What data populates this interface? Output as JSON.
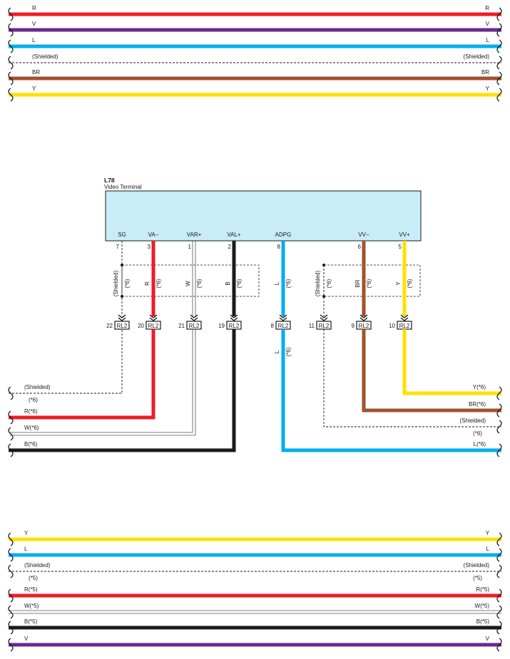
{
  "colors": {
    "R": "#ee1c25",
    "V": "#6a2a8c",
    "L": "#00aeef",
    "BR": "#a0522d",
    "Y": "#ffe000",
    "B": "#1a1a1a",
    "W": "#ffffff",
    "connector_fill": "#c8ecf8",
    "shield": "#1a1a1a"
  },
  "top_harness": [
    {
      "label_left": "R",
      "label_right": "R",
      "color": "R"
    },
    {
      "label_left": "V",
      "label_right": "V",
      "color": "V"
    },
    {
      "label_left": "L",
      "label_right": "L",
      "color": "L"
    },
    {
      "label_left": "(Shielded)",
      "label_right": "(Shielded)",
      "color": "shielded"
    },
    {
      "label_left": "BR",
      "label_right": "BR",
      "color": "BR"
    },
    {
      "label_left": "Y",
      "label_right": "Y",
      "color": "Y"
    }
  ],
  "connector": {
    "id": "L78",
    "name": "Video Terminal"
  },
  "pins": [
    {
      "name": "SG",
      "pin": "7",
      "wire_label": "(Shielded)",
      "sub": "(*6)",
      "color": "shielded",
      "rl_num": "22",
      "rl": "RL2"
    },
    {
      "name": "VA−",
      "pin": "3",
      "wire_label": "R",
      "sub": "(*6)",
      "color": "R",
      "rl_num": "20",
      "rl": "RL2"
    },
    {
      "name": "VAR+",
      "pin": "1",
      "wire_label": "W",
      "sub": "(*6)",
      "color": "W",
      "rl_num": "21",
      "rl": "RL2"
    },
    {
      "name": "VAL+",
      "pin": "2",
      "wire_label": "B",
      "sub": "(*6)",
      "color": "B",
      "rl_num": "19",
      "rl": "RL2"
    },
    {
      "name": "ADPG",
      "pin": "8",
      "wire_label": "L",
      "sub": "(*6)",
      "color": "L",
      "rl_num": "8",
      "rl": "RL2",
      "below_label": "L",
      "below_sub": "(*6)"
    },
    {
      "name": "VV−",
      "pin": "6",
      "wire_label": "BR",
      "sub": "(*6)",
      "color": "BR",
      "rl_num": "9",
      "rl": "RL2"
    },
    {
      "name": "VV+",
      "pin": "5",
      "wire_label": "Y",
      "sub": "(*6)",
      "color": "Y",
      "rl_num": "10",
      "rl": "RL2"
    },
    {
      "name": "",
      "pin": "",
      "wire_label": "(Shielded)",
      "sub": "(*6)",
      "color": "shielded",
      "rl_num": "11",
      "rl": "RL2"
    }
  ],
  "middle_left": [
    {
      "label": "(Shielded)",
      "sub": "(*6)",
      "color": "shielded"
    },
    {
      "label": "R(*6)",
      "color": "R"
    },
    {
      "label": "W(*6)",
      "color": "W"
    },
    {
      "label": "B(*6)",
      "color": "B"
    }
  ],
  "middle_right": [
    {
      "label": "Y(*6)",
      "color": "Y"
    },
    {
      "label": "BR(*6)",
      "color": "BR"
    },
    {
      "label": "(Shielded)",
      "sub": "(*6)",
      "color": "shielded"
    },
    {
      "label": "L(*6)",
      "color": "L"
    }
  ],
  "bottom_harness": [
    {
      "label_left": "Y",
      "label_right": "Y",
      "color": "Y"
    },
    {
      "label_left": "L",
      "label_right": "L",
      "color": "L"
    },
    {
      "label_left": "(Shielded)",
      "label_right": "(Shielded)",
      "sub": "(*5)",
      "color": "shielded"
    },
    {
      "label_left": "R(*5)",
      "label_right": "R(*5)",
      "color": "R"
    },
    {
      "label_left": "W(*5)",
      "label_right": "W(*5)",
      "color": "W"
    },
    {
      "label_left": "B(*5)",
      "label_right": "B(*5)",
      "color": "B"
    },
    {
      "label_left": "V",
      "label_right": "V",
      "color": "V"
    }
  ]
}
